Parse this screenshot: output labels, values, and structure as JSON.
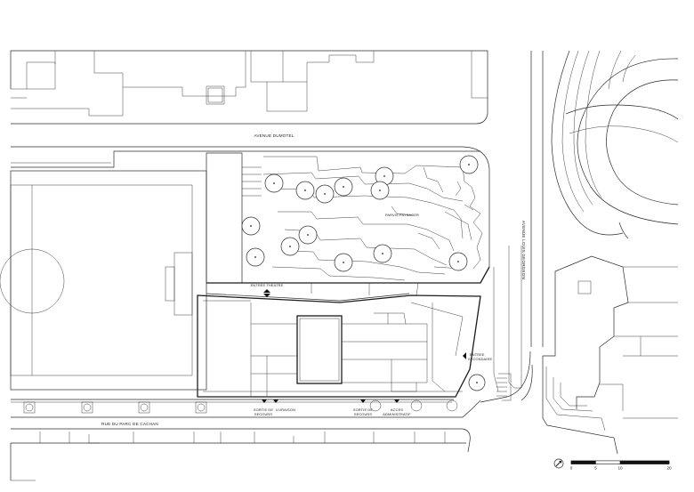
{
  "labels": {
    "avenue_north": "AVENUE DUMOTEL",
    "avenue_east": "AVENUE LOUIS GEORGEON",
    "street_south": "RUE DU PARC DE CACHAN",
    "parvis": "PARVIS PAYSAGER",
    "entree_theatre": "ENTREE THEATRE",
    "entree_secondaire_1": "ENTREE",
    "entree_secondaire_2": "SECONDAIRE",
    "sortie_secours_a_1": "SORTIE DE",
    "sortie_secours_a_2": "SECOURS",
    "livraison": "LIVRAISON",
    "sortie_secours_b_1": "SORTIE DE",
    "sortie_secours_b_2": "SECOURS",
    "acces_admin_1": "ACCES",
    "acces_admin_2": "ADMINISTRATIF"
  },
  "scale_bar": {
    "ticks": [
      "0",
      "5",
      "10",
      "20"
    ],
    "tick_meters": [
      0,
      5,
      10,
      20
    ]
  },
  "icons": {
    "north": "north-arrow-icon",
    "tree": "tree-symbol-icon",
    "entry": "entry-arrow-icon"
  },
  "colors": {
    "line": "#2b2b2b",
    "background": "#ffffff"
  }
}
